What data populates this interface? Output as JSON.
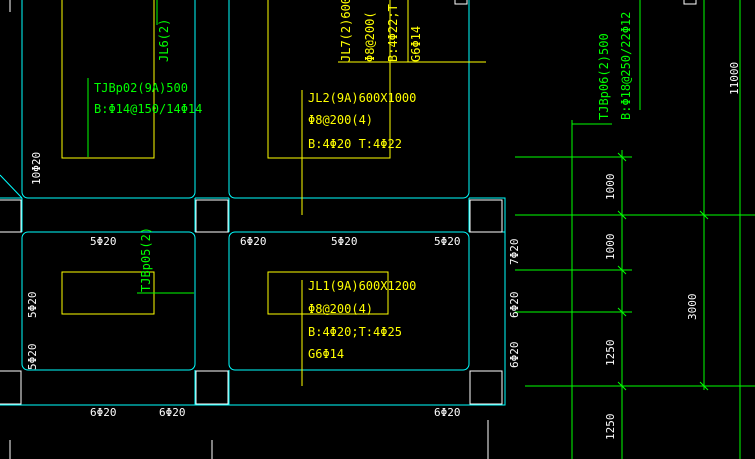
{
  "colors": {
    "background": "#000000",
    "cyan": "#00ffff",
    "yellow": "#ffff00",
    "green": "#00ff00",
    "white": "#ffffff"
  },
  "labels": {
    "jl6": "JL6(2)",
    "jl7_line1": "JL7(2)600",
    "jl7_line2": "Φ8@200(",
    "jl7_line3": "B:4Φ22;T",
    "jl7_line4": "G6Φ14",
    "tjbp02_line1": "TJBp02(9A)500",
    "tjbp02_line2": "B:Φ14@150/14Φ14",
    "jl2_line1": "JL2(9A)600X1000",
    "jl2_line2": "Φ8@200(4)",
    "jl2_line3": "B:4Φ20  T:4Φ22",
    "tjbp06_line1": "TJBp06(2)500",
    "tjbp06_line2": "B:Φ18@250/22Φ12",
    "tjbp05": "TJBp05(2)",
    "jl1_line1": "JL1(9A)600X1200",
    "jl1_line2": "Φ8@200(4)",
    "jl1_line3": "B:4Φ20;T:4Φ25",
    "jl1_line4": "G6Φ14",
    "rebar_10phi20": "10Φ20",
    "rebar_5phi20_a": "5Φ20",
    "rebar_6phi20_a": "6Φ20",
    "rebar_5phi20_b": "5Φ20",
    "rebar_5phi20_c": "5Φ20",
    "rebar_7phi20": "7Φ20",
    "rebar_5phi20_left1": "5Φ20",
    "rebar_5phi20_left2": "5Φ20",
    "rebar_6phi20_r1": "6Φ20",
    "rebar_6phi20_r2": "6Φ20",
    "rebar_6phi20_b1": "6Φ20",
    "rebar_6phi20_b2": "6Φ20",
    "rebar_6phi20_b3": "6Φ20",
    "dim_1000_a": "1000",
    "dim_1000_b": "1000",
    "dim_1250_a": "1250",
    "dim_1250_b": "1250",
    "dim_3000": "3000",
    "dim_11000": "11000"
  }
}
